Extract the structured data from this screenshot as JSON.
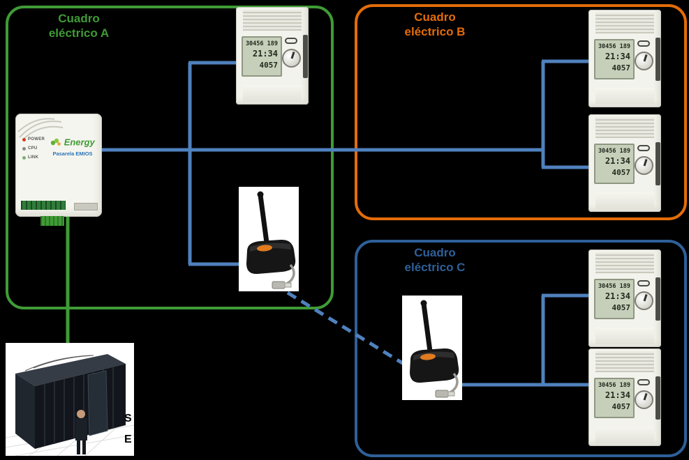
{
  "groups": {
    "a": {
      "line1": "Cuadro",
      "line2": "eléctrico A",
      "color": "#3f9b35"
    },
    "b": {
      "line1": "Cuadro",
      "line2": "eléctrico B",
      "color": "#e36c09"
    },
    "c": {
      "line1": "Cuadro",
      "line2": "eléctrico C",
      "color": "#2e6099"
    }
  },
  "gateway": {
    "leds": [
      "POWER",
      "CPU",
      "LINK"
    ],
    "brand": "Energy",
    "model": "Pasarela EMIOS"
  },
  "meter": {
    "row1": "30456 189",
    "row2": "21:34",
    "row3": "4057"
  },
  "server_caption": {
    "line1": "S",
    "line2": "E"
  },
  "colors": {
    "wire_blue": "#4f81bd",
    "wire_green": "#3f9b35",
    "group_a": "#3f9b35",
    "group_b": "#e36c09",
    "group_c": "#2e6099",
    "background": "#000000"
  }
}
